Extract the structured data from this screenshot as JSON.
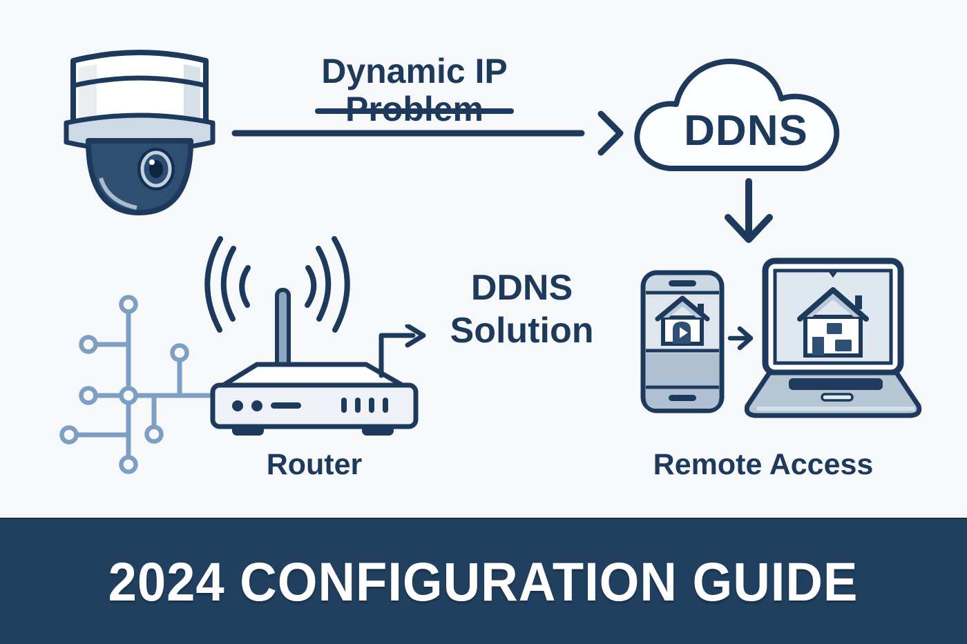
{
  "banner": {
    "text": "2024 CONFIGURATION GUIDE",
    "bg_color": "#21405f",
    "text_color": "#ffffff"
  },
  "problem_label": {
    "line1": "Dynamic IP",
    "line2": "Problem",
    "strikethrough": true
  },
  "cloud": {
    "label": "DDNS"
  },
  "solution_label": {
    "line1": "DDNS",
    "line2": "Solution"
  },
  "router": {
    "label": "Router"
  },
  "remote_access": {
    "label": "Remote Access"
  },
  "colors": {
    "navy_outline": "#1d3a5c",
    "banner_navy": "#21405f",
    "steel_blue_network": "#7d9fc3",
    "light_panel": "#dde5ec",
    "mid_panel": "#aec0d1",
    "background": "#f7f8f9"
  },
  "icons": {
    "camera": "security-camera-icon",
    "cloud": "ddns-cloud-icon",
    "arrow_right": "arrow-right-icon",
    "arrow_down": "arrow-down-icon",
    "elbow_arrow": "elbow-arrow-icon",
    "network": "network-nodes-icon",
    "wifi": "wifi-waves-icon",
    "router": "router-icon",
    "phone": "smartphone-icon",
    "phone_to_laptop_arrow": "phone-to-laptop-arrow-icon",
    "laptop": "laptop-icon"
  }
}
